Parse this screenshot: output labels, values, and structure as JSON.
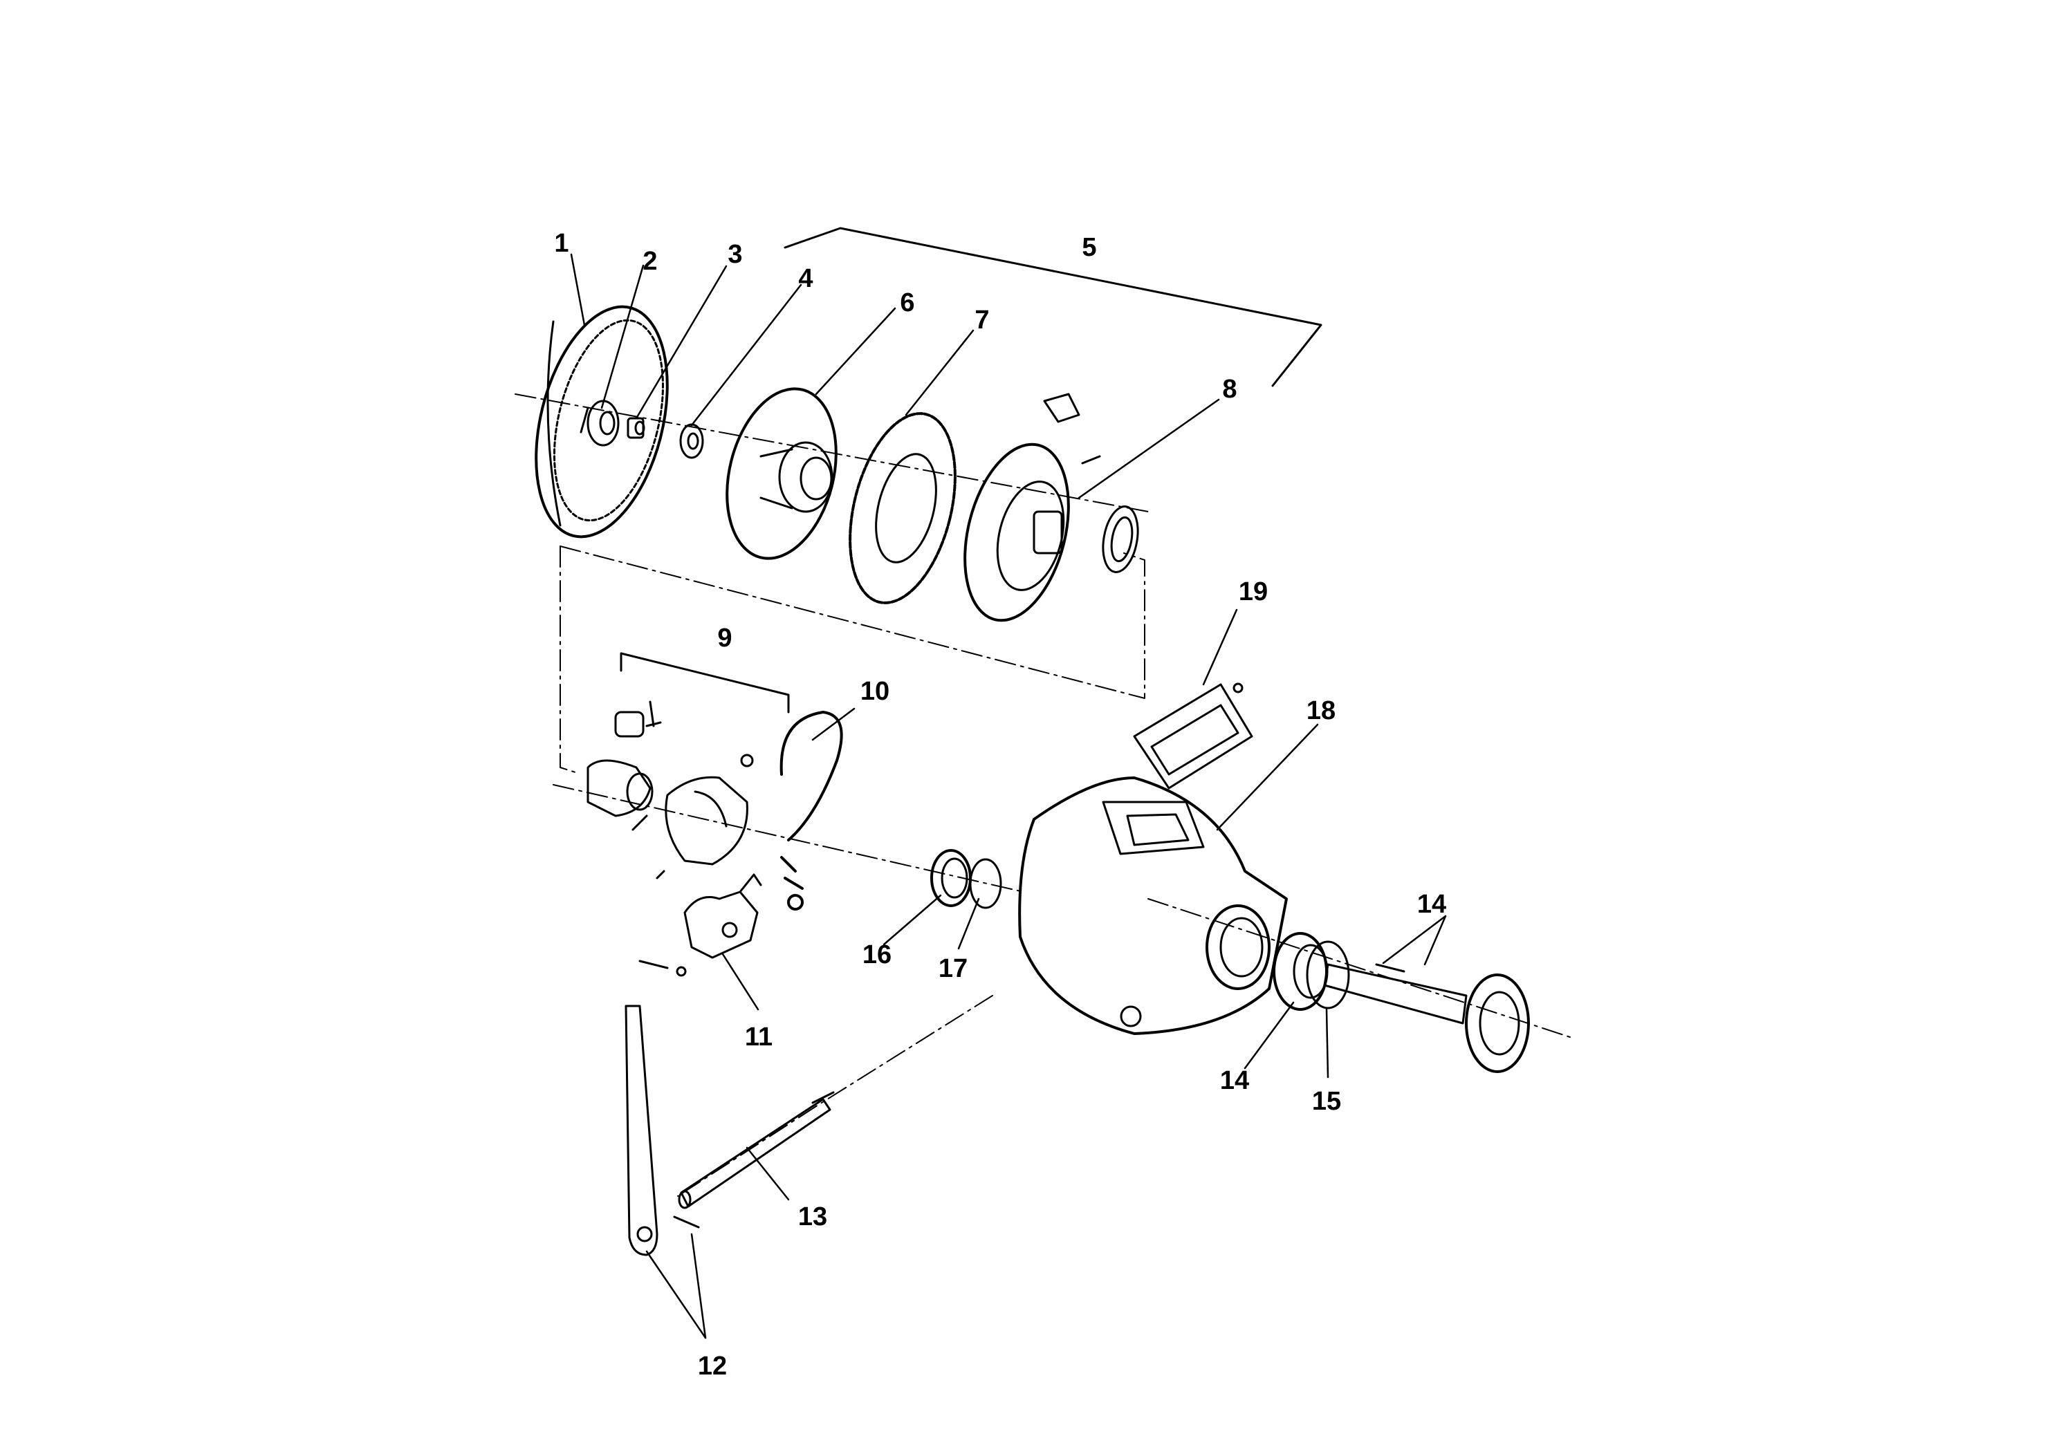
{
  "diagram": {
    "colors": {
      "ink": "#000000",
      "paper": "#ffffff"
    },
    "callouts": [
      {
        "id": "c1",
        "text": "1"
      },
      {
        "id": "c2",
        "text": "2"
      },
      {
        "id": "c3",
        "text": "3"
      },
      {
        "id": "c4",
        "text": "4"
      },
      {
        "id": "c5",
        "text": "5"
      },
      {
        "id": "c6",
        "text": "6"
      },
      {
        "id": "c7",
        "text": "7"
      },
      {
        "id": "c8",
        "text": "8"
      },
      {
        "id": "c9",
        "text": "9"
      },
      {
        "id": "c10",
        "text": "10"
      },
      {
        "id": "c11",
        "text": "11"
      },
      {
        "id": "c12",
        "text": "12"
      },
      {
        "id": "c13",
        "text": "13"
      },
      {
        "id": "c14a",
        "text": "14"
      },
      {
        "id": "c14b",
        "text": "14"
      },
      {
        "id": "c15",
        "text": "15"
      },
      {
        "id": "c16",
        "text": "16"
      },
      {
        "id": "c17",
        "text": "17"
      },
      {
        "id": "c18",
        "text": "18"
      },
      {
        "id": "c19",
        "text": "19"
      }
    ]
  }
}
